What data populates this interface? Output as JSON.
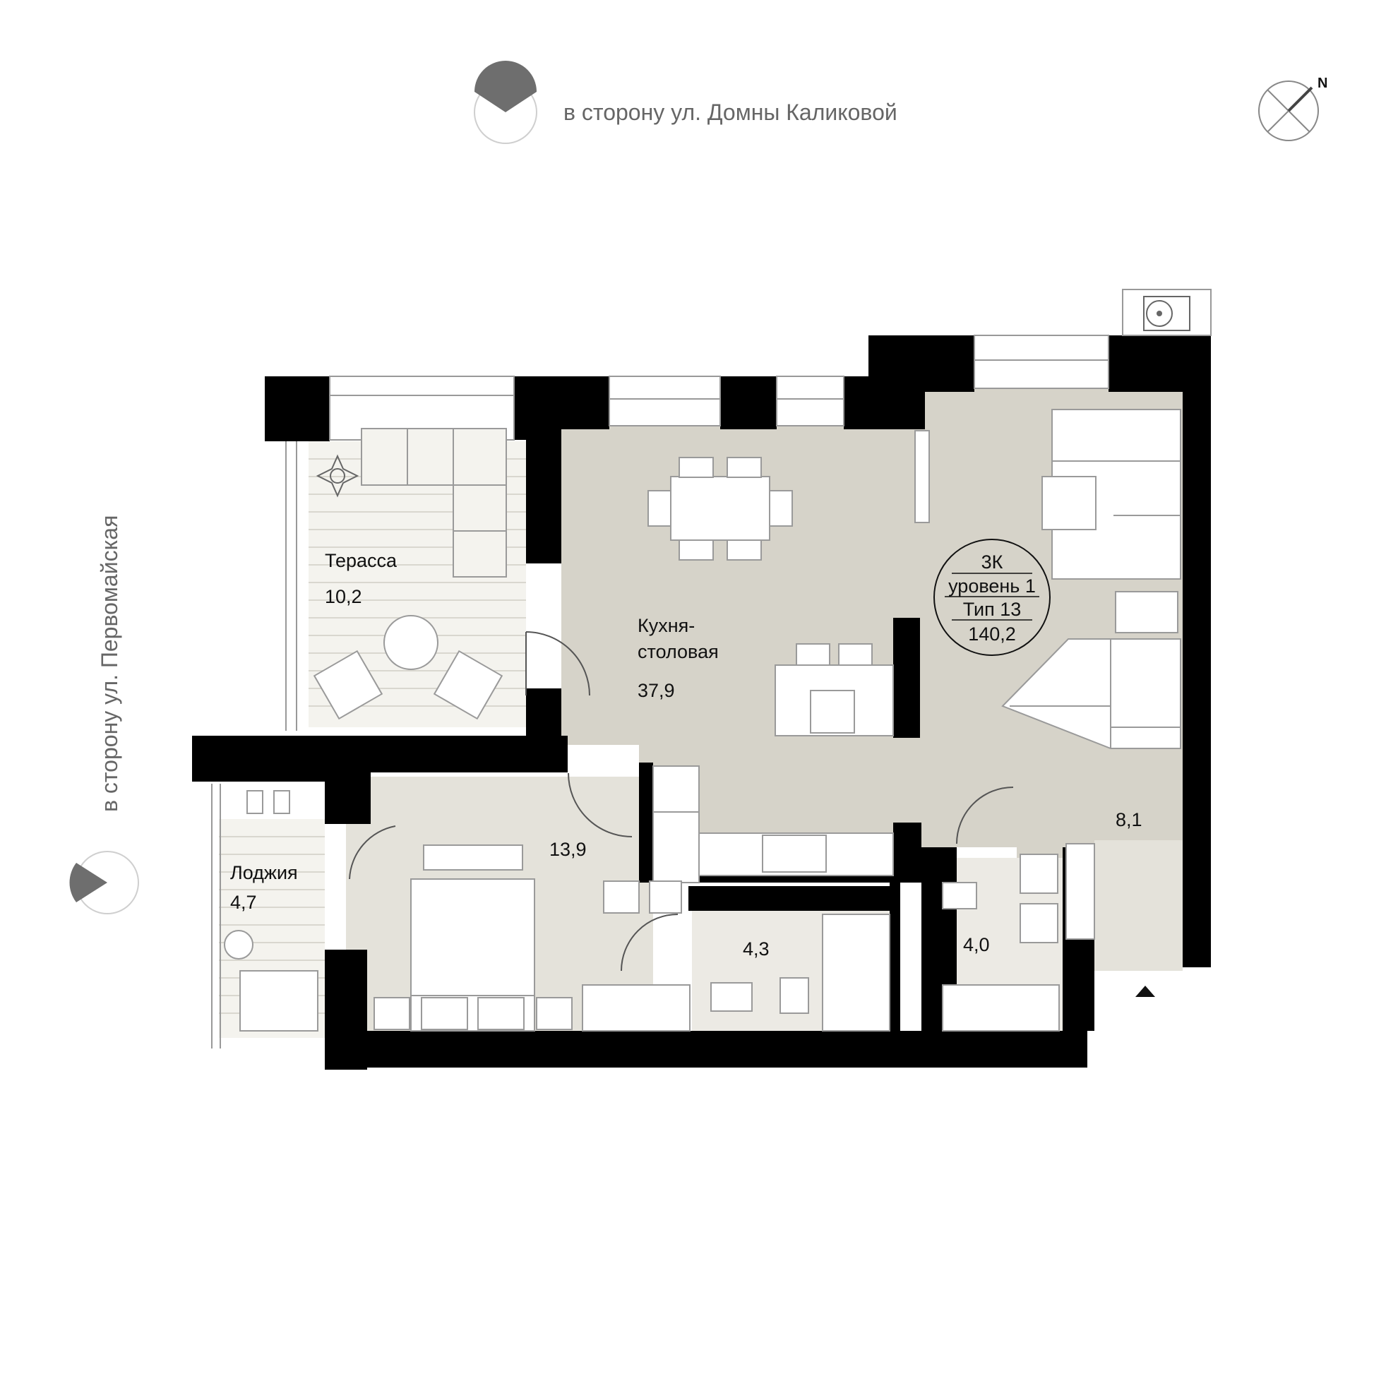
{
  "orientation": {
    "top_street": "в сторону ул. Домны Каликовой",
    "left_street": "в сторону ул. Первомайская",
    "north_label": "N"
  },
  "apartment": {
    "type": "3К",
    "level": "уровень 1",
    "plan_type": "Тип 13",
    "total_area": "140,2"
  },
  "rooms": {
    "terrace": {
      "name": "Терасса",
      "area": "10,2"
    },
    "kitchen": {
      "name_line1": "Кухня-",
      "name_line2": "столовая",
      "area": "37,9"
    },
    "hall": {
      "area": "8,1"
    },
    "bedroom": {
      "area": "13,9"
    },
    "loggia": {
      "name": "Лоджия",
      "area": "4,7"
    },
    "bath_left": {
      "area": "4,3"
    },
    "bath_right": {
      "area": "4,0"
    }
  },
  "colors": {
    "wall": "#000000",
    "floor": "#d6d3c9",
    "floor_light": "#e4e2da",
    "outdoor": "#f2f1ec",
    "stroke": "#9a9a9a",
    "accent_gray": "#6e6e6e"
  },
  "icons": [
    "compass-icon",
    "north-arrow-icon",
    "entrance-arrow-icon",
    "ac-unit-icon",
    "plant-icon"
  ]
}
